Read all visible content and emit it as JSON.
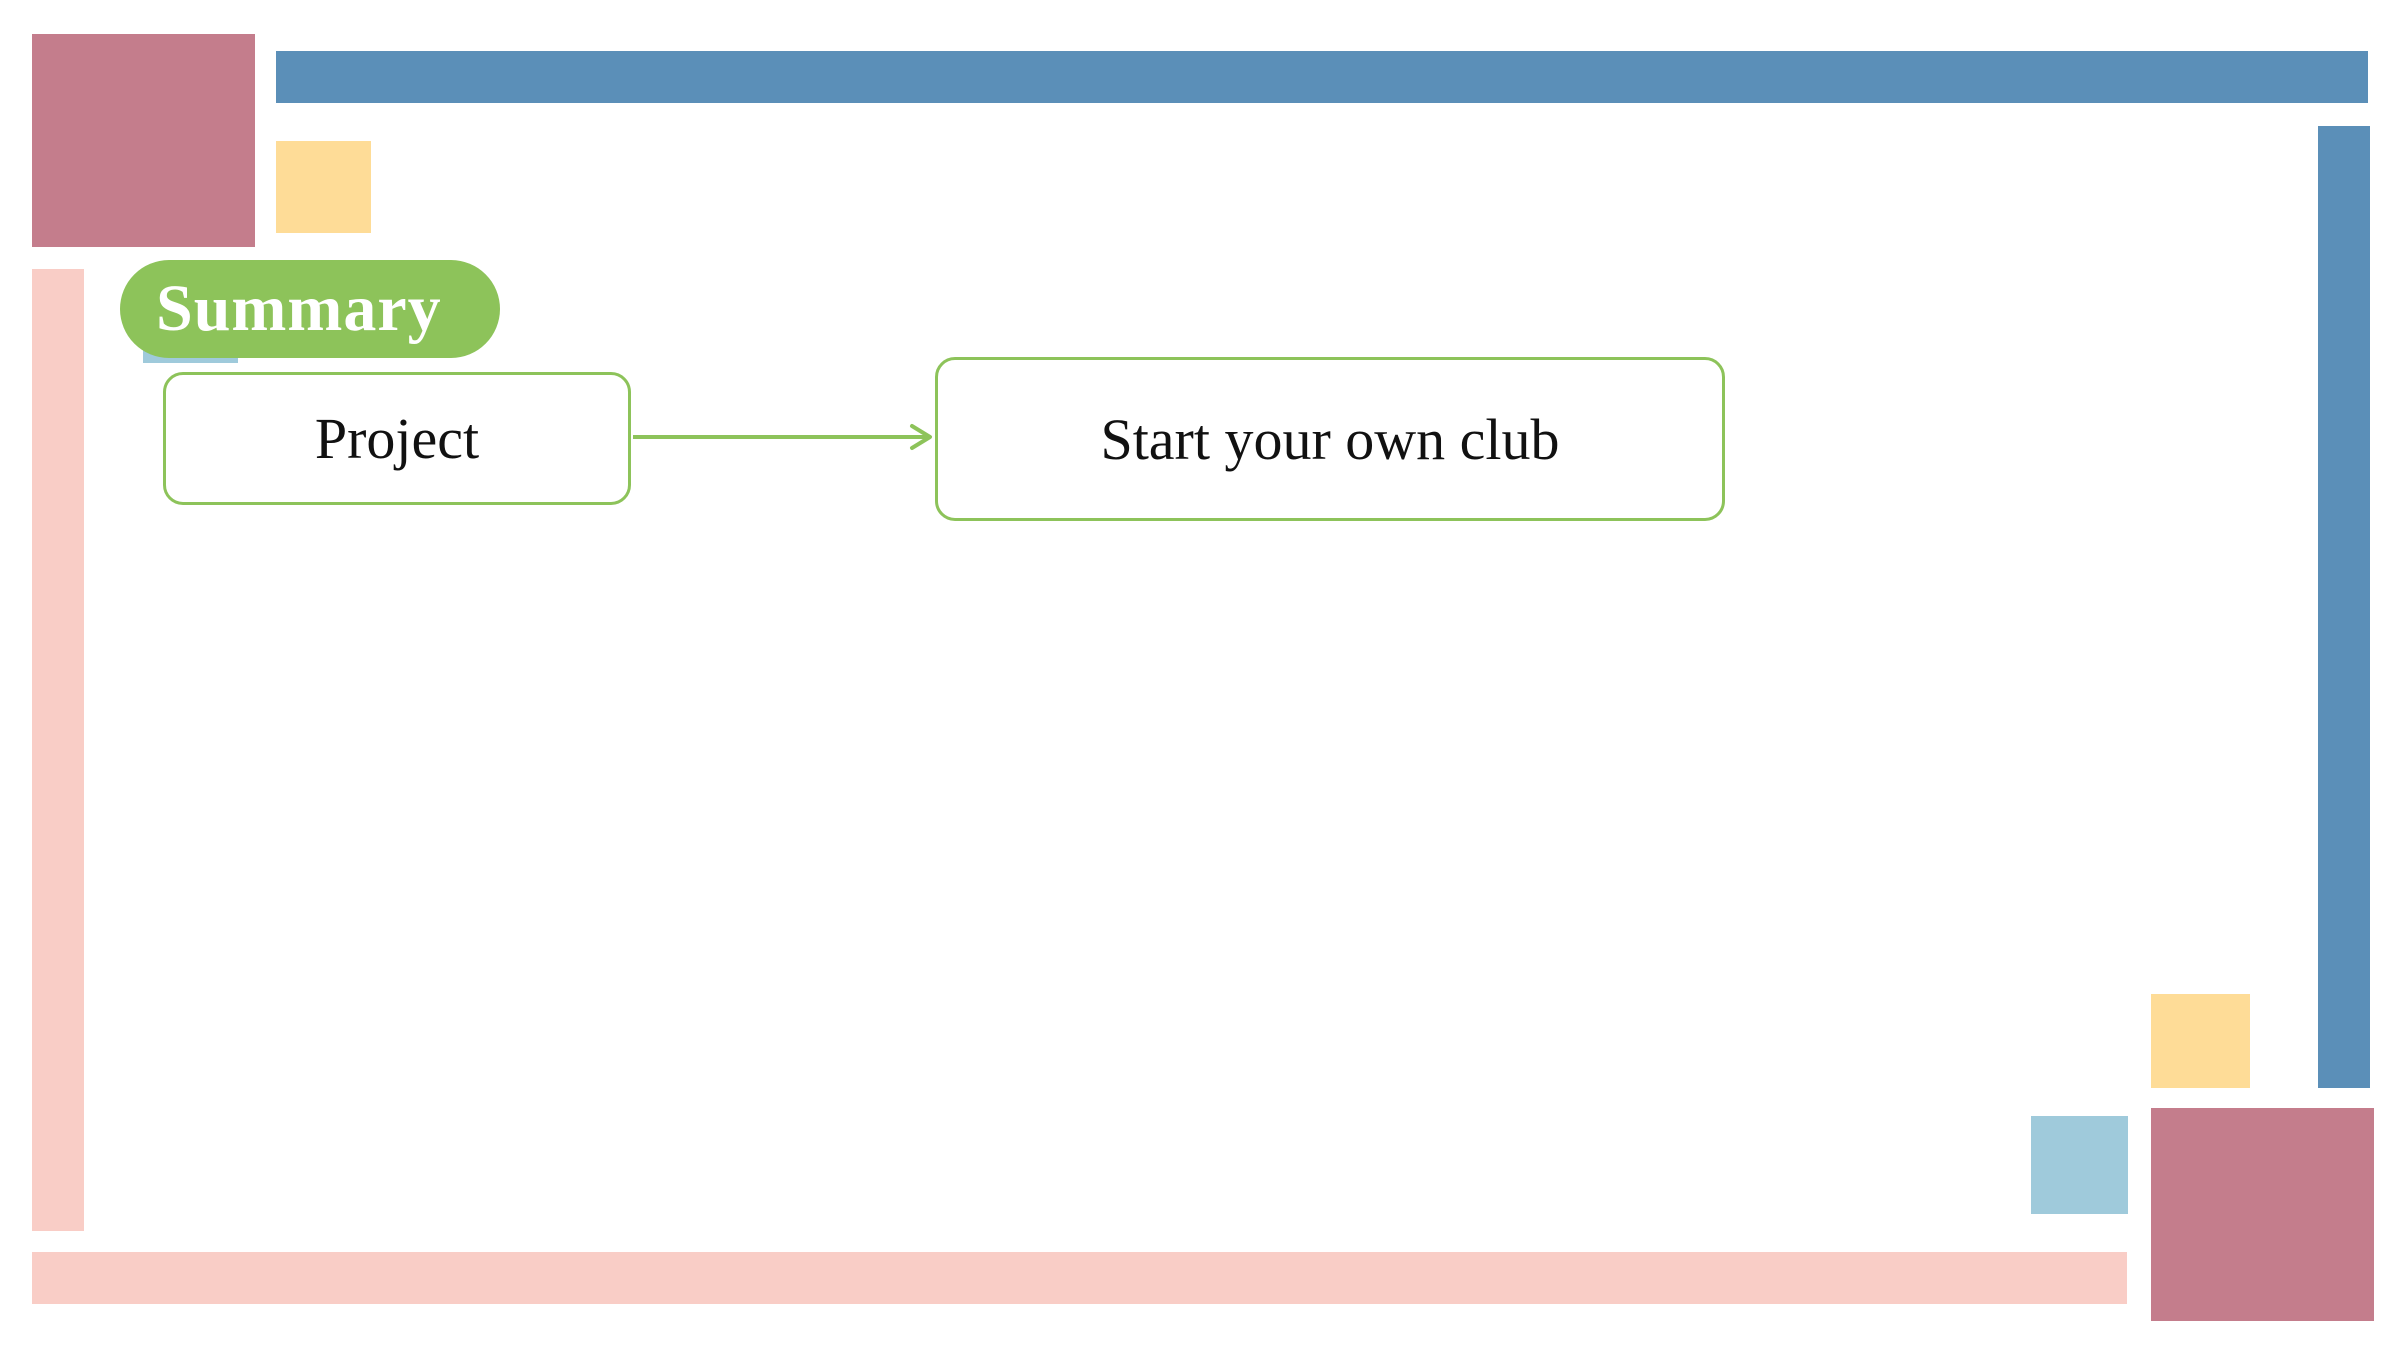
{
  "colors": {
    "rose": "#c47d8c",
    "steel_blue": "#5b8fb8",
    "soft_yellow": "#fedc97",
    "blush": "#f9cdc6",
    "light_blue": "#9fcadb",
    "green": "#8dc35a"
  },
  "slide": {
    "heading": "Summary"
  },
  "diagram": {
    "source_node": "Project",
    "target_node": "Start your own club"
  }
}
